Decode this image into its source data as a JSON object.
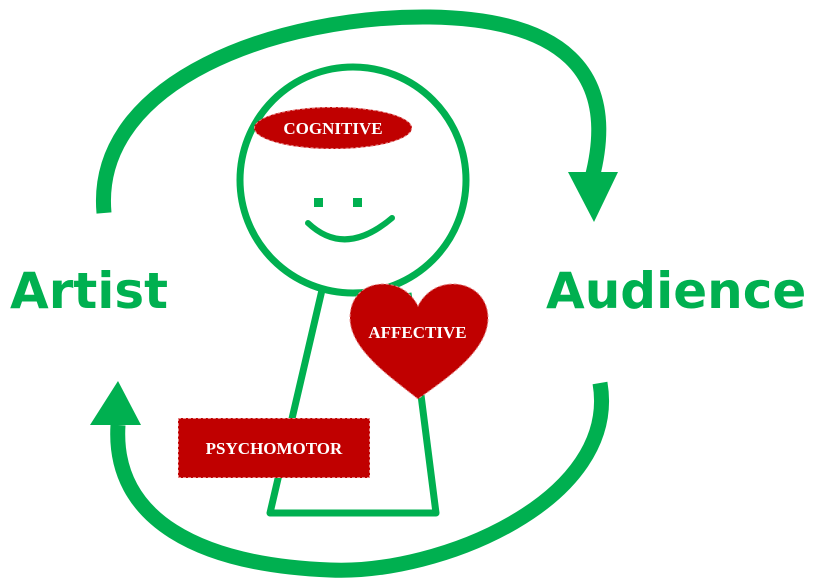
{
  "labels": {
    "artist": "Artist",
    "audience": "Audience",
    "cognitive": "COGNITIVE",
    "affective": "AFFECTIVE",
    "psychomotor": "PSYCHOMOTOR"
  },
  "colors": {
    "green": "#00b050",
    "red": "#c00000",
    "white": "#ffffff"
  },
  "icons": {
    "top_arrow": "clockwise-arc-arrow-right",
    "bottom_arrow": "arc-arrow-up-left",
    "figure": "smiling-stick-figure",
    "heart": "heart-shape"
  }
}
